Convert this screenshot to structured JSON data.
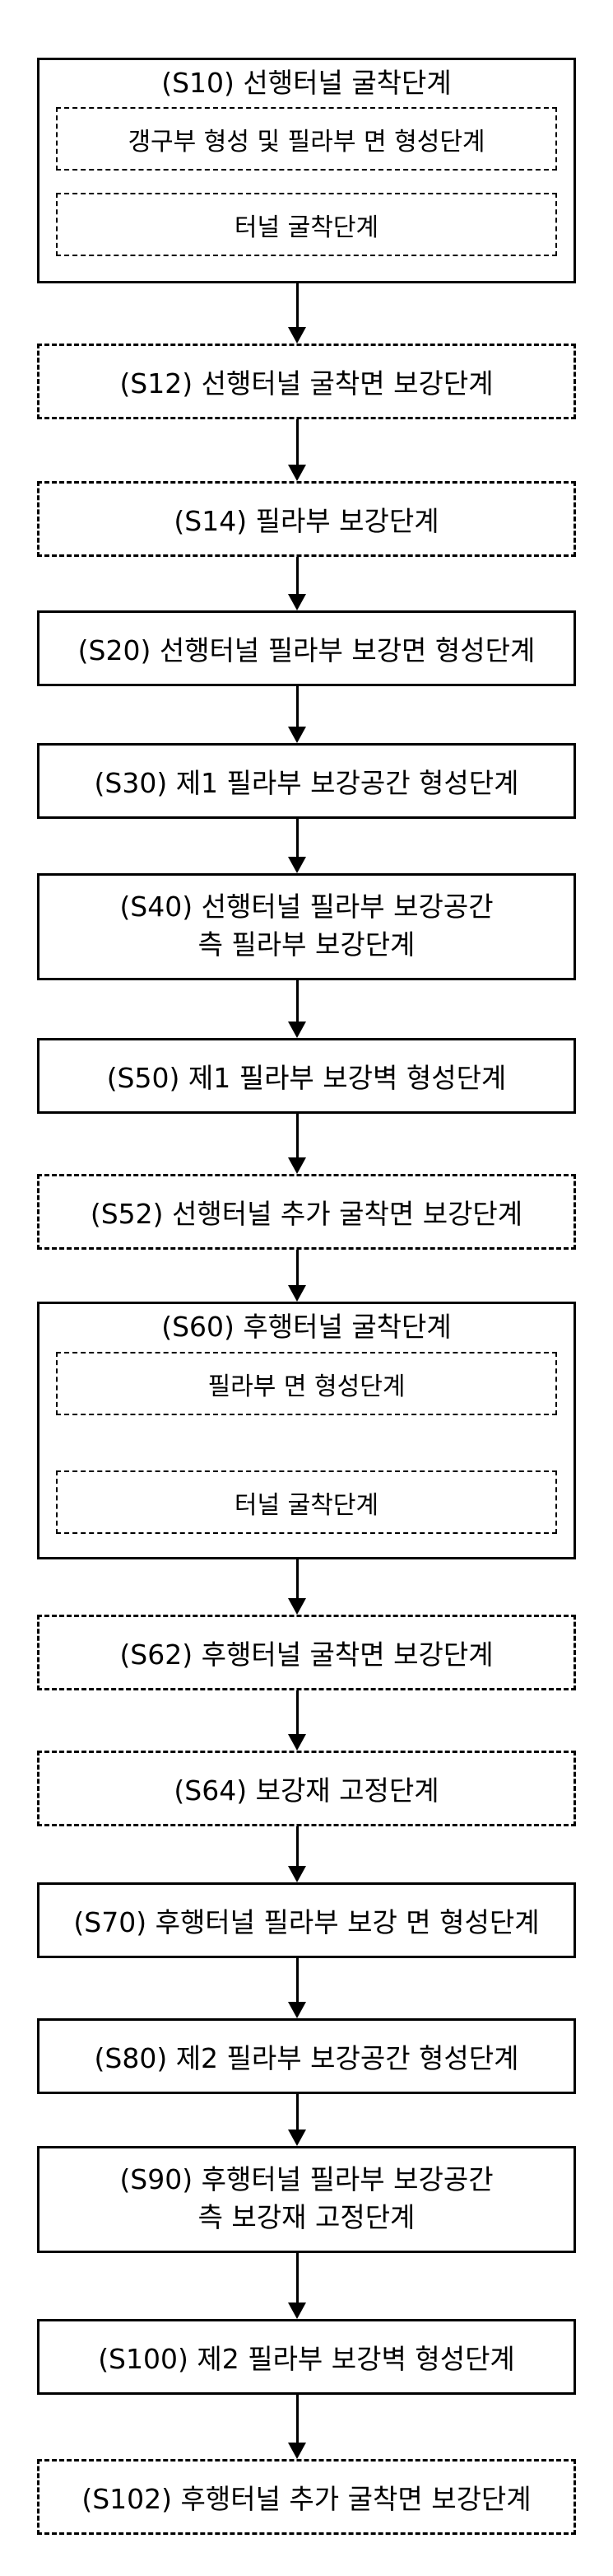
{
  "steps": [
    {
      "label": "(S10) 선행터널 굴착단계",
      "style": "solid",
      "substeps": [
        "갱구부 형성 및 필라부 면 형성단계",
        "터널 굴착단계"
      ]
    },
    {
      "label": "(S12) 선행터널 굴착면 보강단계",
      "style": "dashed"
    },
    {
      "label": "(S14) 필라부 보강단계",
      "style": "dashed"
    },
    {
      "label": "(S20) 선행터널 필라부 보강면 형성단계",
      "style": "solid"
    },
    {
      "label": "(S30) 제1 필라부 보강공간 형성단계",
      "style": "solid"
    },
    {
      "label": "(S40) 선행터널 필라부 보강공간",
      "label2": "측 필라부 보강단계",
      "style": "solid"
    },
    {
      "label": "(S50) 제1 필라부 보강벽 형성단계",
      "style": "solid"
    },
    {
      "label": "(S52) 선행터널 추가 굴착면 보강단계",
      "style": "dashed"
    },
    {
      "label": "(S60) 후행터널 굴착단계",
      "style": "solid",
      "substeps": [
        "필라부 면 형성단계",
        "터널 굴착단계"
      ]
    },
    {
      "label": "(S62) 후행터널 굴착면 보강단계",
      "style": "dashed"
    },
    {
      "label": "(S64) 보강재 고정단계",
      "style": "dashed"
    },
    {
      "label": "(S70) 후행터널 필라부 보강 면 형성단계",
      "style": "solid"
    },
    {
      "label": "(S80) 제2 필라부 보강공간 형성단계",
      "style": "solid"
    },
    {
      "label": "(S90) 후행터널 필라부 보강공간",
      "label2": "측 보강재 고정단계",
      "style": "solid"
    },
    {
      "label": "(S100) 제2 필라부 보강벽 형성단계",
      "style": "solid"
    },
    {
      "label": "(S102) 후행터널 추가 굴착면 보강단계",
      "style": "dashed"
    }
  ]
}
